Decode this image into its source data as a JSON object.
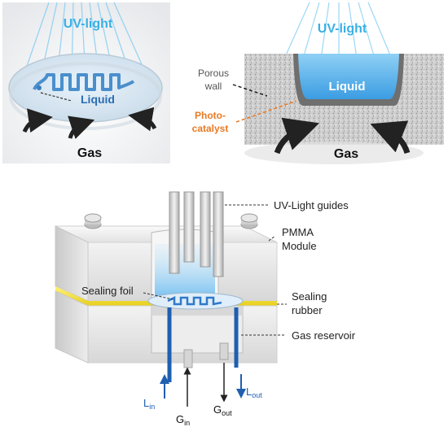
{
  "panel_a": {
    "uv_label": "UV-light",
    "liquid_label": "Liquid",
    "gas_label": "Gas"
  },
  "panel_b": {
    "uv_label": "UV-light",
    "porous_wall_label": [
      "Porous",
      "wall"
    ],
    "liquid_label": "Liquid",
    "photocatalyst_label": [
      "Photo-",
      "catalyst"
    ],
    "gas_label": "Gas"
  },
  "panel_c": {
    "uv_light_guides_label": "UV-Light guides",
    "pmma_module_label": [
      "PMMA",
      "Module"
    ],
    "sealing_foil_label": "Sealing foil",
    "sealing_rubber_label": [
      "Sealing",
      "rubber"
    ],
    "gas_reservoir_label": "Gas reservoir",
    "l_in": {
      "main": "L",
      "sub": "in"
    },
    "l_out": {
      "main": "L",
      "sub": "out"
    },
    "g_in": {
      "main": "G",
      "sub": "in"
    },
    "g_out": {
      "main": "G",
      "sub": "out"
    }
  },
  "colors": {
    "uv_blue": "#3ab0e6",
    "liquid_blue": "#4aa9e8",
    "photocatalyst_orange": "#e97a24",
    "sealing_yellow": "#f2e13a",
    "flow_arrow": "#222222",
    "liquid_inlet": "#1e5fb0"
  }
}
